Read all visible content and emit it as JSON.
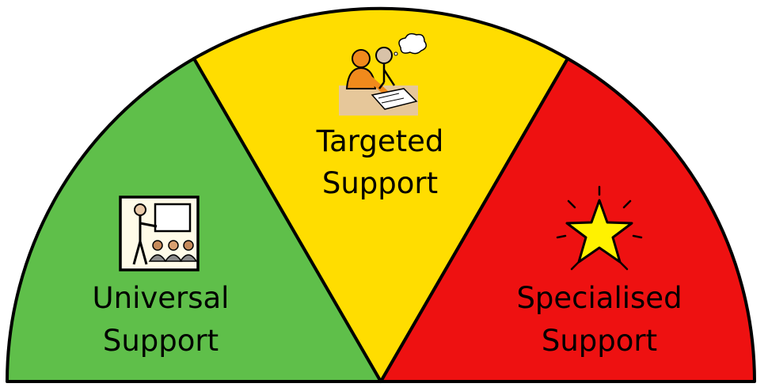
{
  "diagram": {
    "segments": [
      {
        "id": "universal",
        "line1": "Universal",
        "line2": "Support",
        "color": "#5fbf4a",
        "icon": "teacher-classroom-icon"
      },
      {
        "id": "targeted",
        "line1": "Targeted",
        "line2": "Support",
        "color": "#ffdd00",
        "icon": "adult-helping-child-icon"
      },
      {
        "id": "specialised",
        "line1": "Specialised",
        "line2": "Support",
        "color": "#ee1111",
        "icon": "star-icon"
      }
    ],
    "outline_color": "#000000"
  }
}
